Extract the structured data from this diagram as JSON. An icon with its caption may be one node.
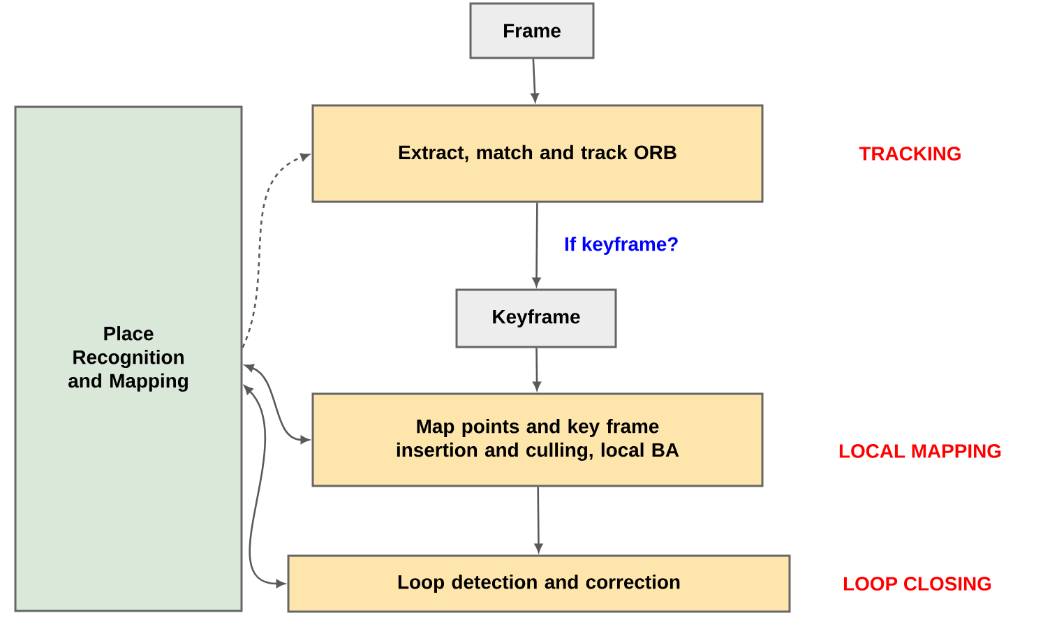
{
  "diagram": {
    "nodes": [
      {
        "text": [
          "Frame"
        ]
      },
      {
        "text": [
          "Extract, match and track ORB"
        ]
      },
      {
        "text": [
          "Keyframe"
        ]
      },
      {
        "text": [
          "Map points and key frame insertion and culling, local BA"
        ]
      },
      {
        "text": [
          "Loop detection and correction"
        ]
      },
      {
        "text": [
          "Place Recognition and Mapping"
        ]
      }
    ],
    "edges": [
      {
        "from": 0,
        "to": 1,
        "arrow": "to"
      },
      {
        "from": 1,
        "to": 2,
        "arrow": "to",
        "label": "If keyframe?"
      },
      {
        "from": 2,
        "to": 3,
        "arrow": "to"
      },
      {
        "from": 3,
        "to": 4,
        "arrow": "to"
      },
      {
        "from": 5,
        "to": 1,
        "arrow": "to",
        "style": "dashed"
      },
      {
        "from": 5,
        "to": 3,
        "arrow": "both"
      },
      {
        "from": 5,
        "to": 4,
        "arrow": "both"
      }
    ],
    "labels": [
      "TRACKING",
      "LOCAL MAPPING",
      "LOOP CLOSING"
    ]
  }
}
